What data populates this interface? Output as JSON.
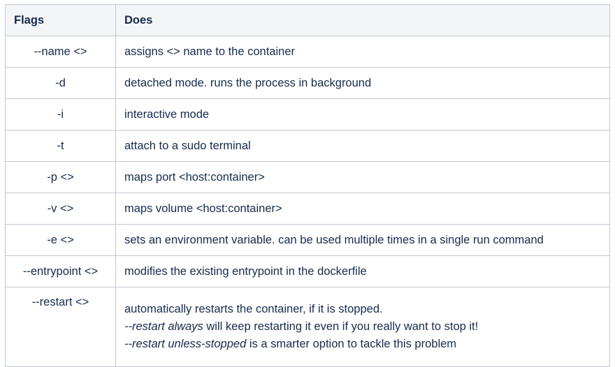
{
  "headers": {
    "flags": "Flags",
    "does": "Does"
  },
  "rows": [
    {
      "flag": "--name <>",
      "does": "assigns <> name to the container"
    },
    {
      "flag": "-d",
      "does": "detached mode. runs the process in background"
    },
    {
      "flag": "-i",
      "does": "interactive mode"
    },
    {
      "flag": "-t",
      "does": "attach to a sudo terminal"
    },
    {
      "flag": "-p <>",
      "does": "maps port <host:container>"
    },
    {
      "flag": "-v <>",
      "does": "maps volume <host:container>"
    },
    {
      "flag": "-e <>",
      "does": "sets an environment variable. can be used multiple times in a single run command"
    },
    {
      "flag": "--entrypoint <>",
      "does": "modifies the existing entrypoint in the dockerfile"
    }
  ],
  "restart": {
    "flag": "--restart <>",
    "line1": "automatically restarts the container, if it is stopped.",
    "line2_em": "--restart always",
    "line2_rest": " will keep restarting it even if you really want to stop it!",
    "line3_em": "--restart unless-stopped",
    "line3_rest": " is a smarter option to tackle this problem"
  }
}
